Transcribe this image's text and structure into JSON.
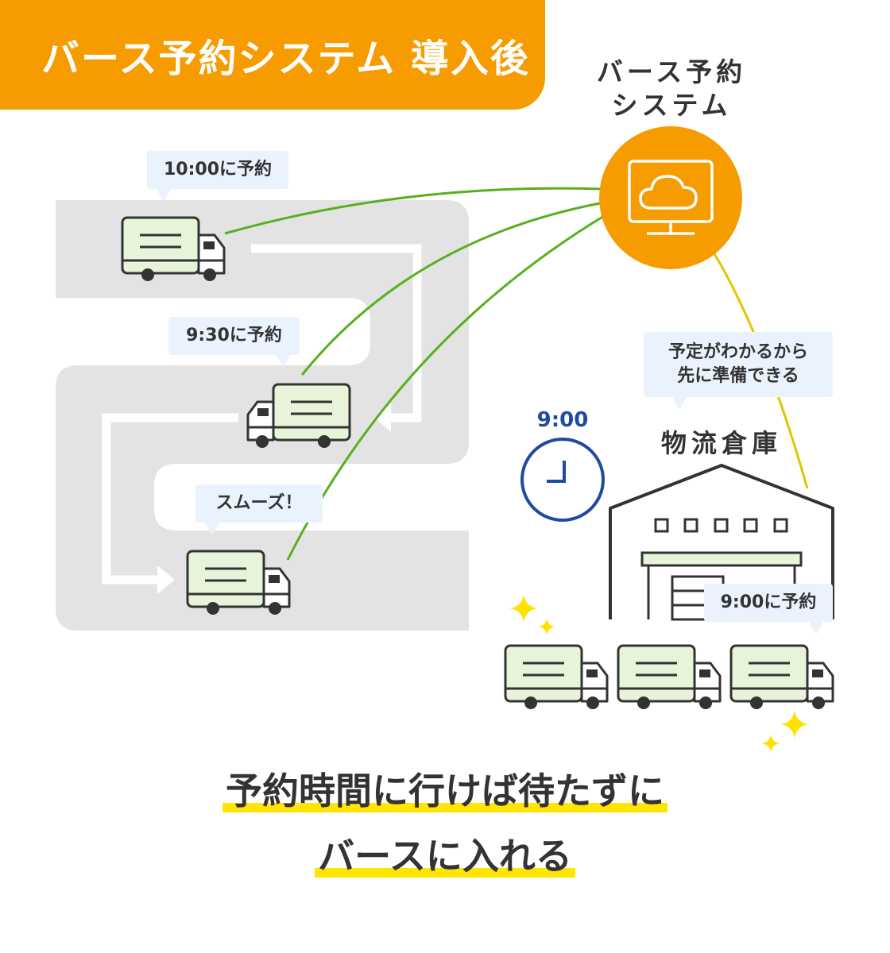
{
  "header": {
    "title": "バース予約システム 導入後"
  },
  "system": {
    "line1": "バース予約",
    "line2": "システム",
    "icon": "cloud-monitor-icon"
  },
  "bubbles": {
    "reserve_1000": "10:00に予約",
    "reserve_930": "9:30に予約",
    "smooth": "スムーズ！",
    "reserve_900": "9:00に予約",
    "prepare_line1": "予定がわかるから",
    "prepare_line2": "先に準備できる"
  },
  "warehouse": {
    "label": "物流倉庫"
  },
  "clock": {
    "time": "9:00"
  },
  "caption": {
    "line1": "予約時間に行けば待たずに",
    "line2": "バースに入れる"
  },
  "colors": {
    "accent": "#f69c00",
    "road": "#e3e3e3",
    "link_line": "#56b01e",
    "warehouse_line": "#e3c400",
    "truck_cargo": "#e8f4d9",
    "clock": "#1f4a9e",
    "highlight": "#ffe500",
    "bubble": "#eaf3fd"
  }
}
